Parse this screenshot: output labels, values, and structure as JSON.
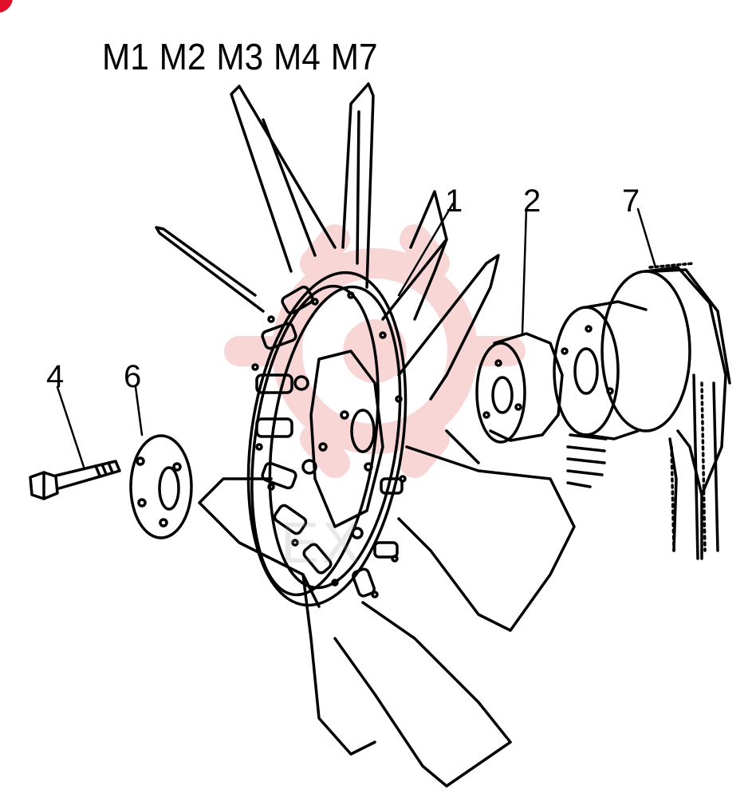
{
  "models": [
    "M1",
    "M2",
    "M3",
    "M4",
    "M7"
  ],
  "callouts": {
    "fan": "1",
    "spacer": "2",
    "bolt": "4",
    "washer": "6",
    "pulley": "7"
  },
  "watermark": {
    "text": "EX",
    "color": "#e02020"
  },
  "colors": {
    "ink": "#000000",
    "corner_dot": "#e0102a"
  }
}
